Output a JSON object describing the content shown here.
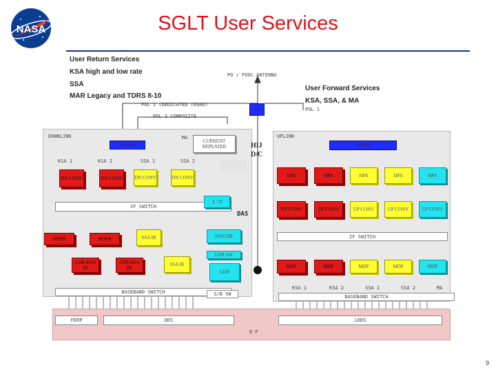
{
  "page": {
    "title": "SGLT User Services",
    "page_number": "9"
  },
  "logo": {
    "text": "NASA"
  },
  "notes": {
    "return_services": "User Return Services",
    "ksa_rate": "KSA high and low rate",
    "ssa": "SSA",
    "mar": "MAR Legacy and TDRS 8-10",
    "forward_services": "User Forward Services",
    "forward_types": "KSA, SSA, & MA"
  },
  "labels": {
    "antenna": "PO / FOOC ANTENNA",
    "pol1_dedicated": "POL 1  (DEDICATED (EGAD)",
    "pol2_composite": "POL 2   COMPOSITE",
    "pol1_right": "POL 1",
    "downlink": "DOWNLINK",
    "uplink": "UPLINK",
    "ma": "MA",
    "hij": "HIJ",
    "dc": "D/C",
    "das": "DAS",
    "ksa1": "KSA 1",
    "ksa2": "KSA 2",
    "ssa1": "SSA 1",
    "ssa2": "SSA 2",
    "ksa1_bottom": "KSA 1",
    "ksa2_bottom": "KSA 2",
    "ssa1_bottom": "SSA 1",
    "ssa2_bottom": "SSA 2",
    "ma_bottom": "MA",
    "bottom_code": "D  F"
  },
  "blocks": {
    "dl_blue": "DN REL",
    "uplink_blue": "UP REL",
    "tdrs_blue": "TS",
    "current_repeater": "CURRENT REPEATER",
    "if_switch_left": "IF SWITCH",
    "if_switch_right": "IF SWITCH",
    "baseband_switch_left": "BASEBAND SWITCH",
    "baseband_switch_right": "BASEBAND SWITCH",
    "ad": "A / D",
    "das_cyan": "DAS/DB",
    "ldr_sw": "LDR SW",
    "ldr": "LDR",
    "sb_sw": "S/B SW",
    "ferp": "FERP",
    "dds_left": "DDS",
    "dds_right": "LDDS"
  },
  "dn_row": [
    "DN CONV",
    "DN CONV",
    "DN CONV",
    "DN CONV"
  ],
  "hdr_row": [
    "HDRR",
    "HDRR",
    "SSA IR"
  ],
  "ldr_row": [
    "LDR KSA IR",
    "LDR KSA IR",
    "SSA IR"
  ],
  "hpa_row": [
    "HPA",
    "HPA",
    "HPA",
    "HPA",
    "HPA"
  ],
  "up_row": [
    "UP CONV",
    "UP CONV",
    "UP CONV",
    "UP CONV",
    "UP CONV"
  ],
  "mdp_row": [
    "MDP",
    "MDP",
    "MDP",
    "MDP",
    "MDP"
  ],
  "colors": {
    "title": "#e0101a",
    "red": "#e11919",
    "yellow": "#ffff33",
    "cyan": "#22e3ee",
    "blue": "#1f2cff",
    "rule": "#1f2a8a"
  }
}
